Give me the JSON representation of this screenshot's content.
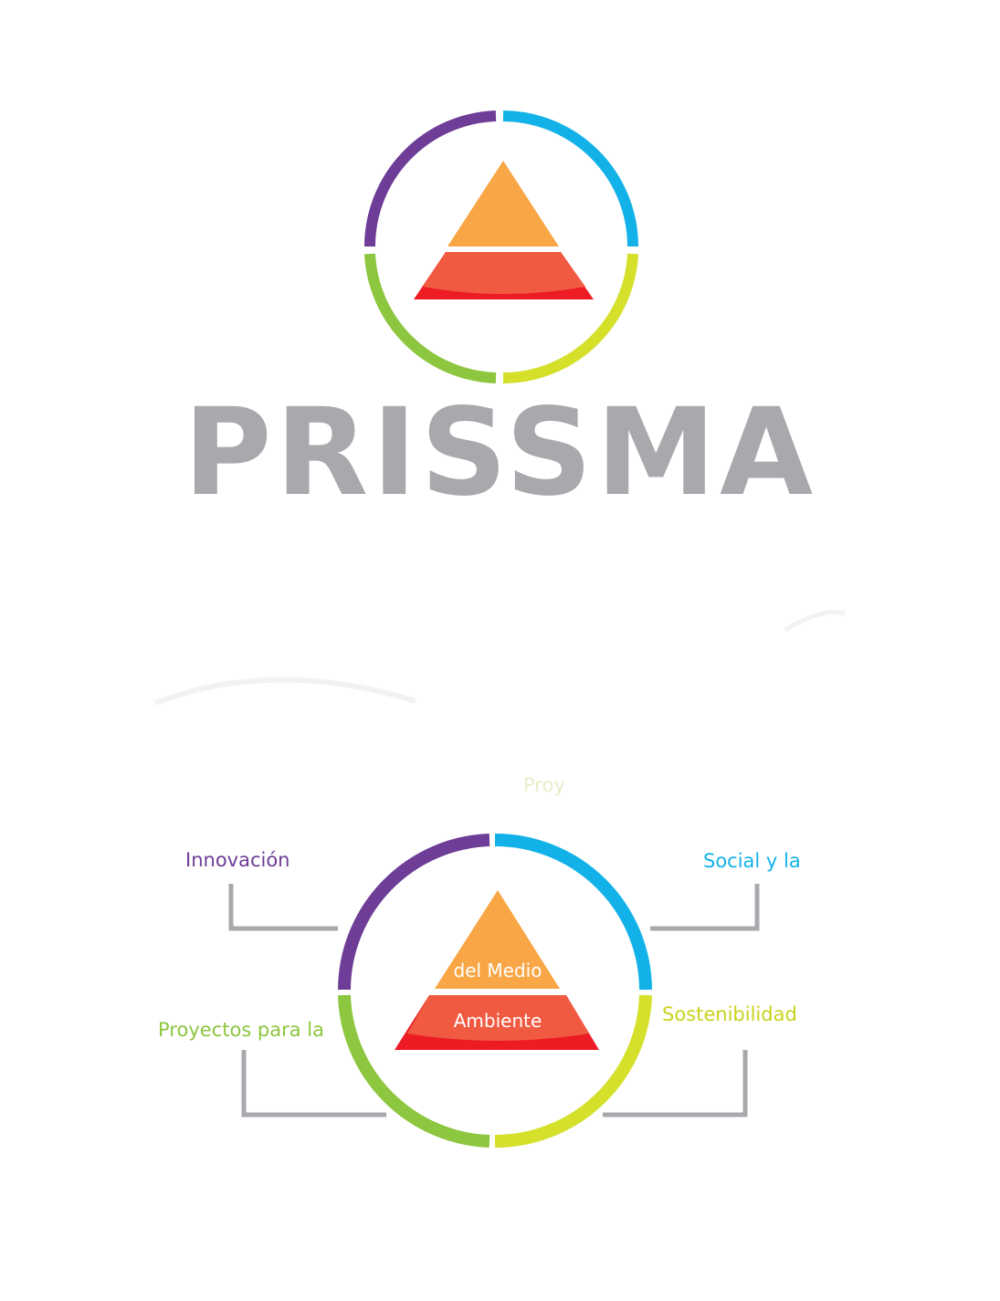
{
  "logo": {
    "wordmark": "PRISSMA",
    "wordmark_color": "#a7a9ac"
  },
  "colors": {
    "purple": "#6e3d97",
    "blue": "#12b2e8",
    "lime": "#d4e02a",
    "green": "#8dc63f",
    "orange": "#f9a646",
    "coral": "#f05a40",
    "red": "#ed1c24",
    "connector": "#a7a9ac"
  },
  "diagram": {
    "top_label_fragment": "Proy",
    "left_top_label": "Innovación",
    "right_top_label": "Social y la",
    "left_bottom_label": "Proyectos para la",
    "right_bottom_label": "Sostenibilidad",
    "pyramid_top_text": "del Medio",
    "pyramid_bottom_text": "Ambiente"
  }
}
